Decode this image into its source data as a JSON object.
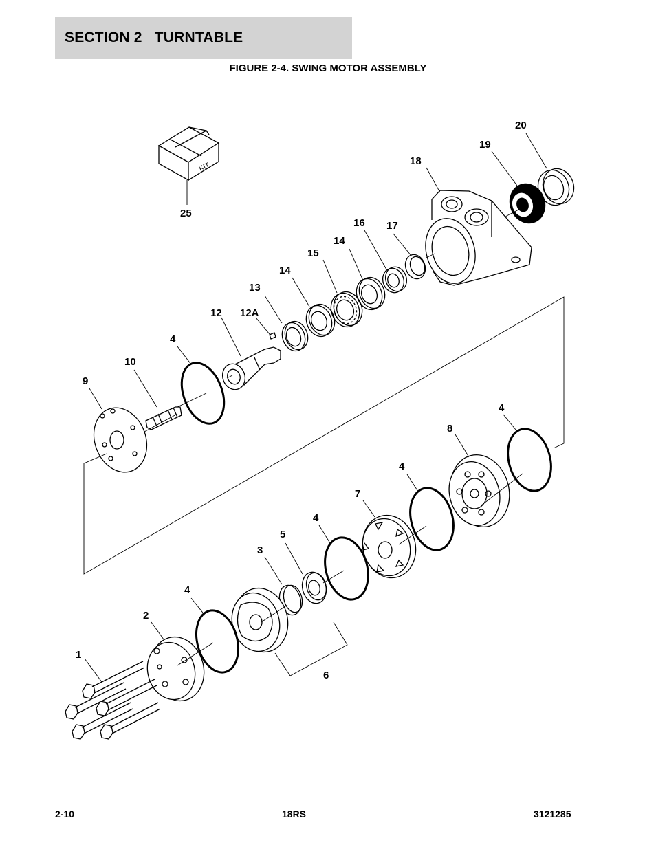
{
  "header": {
    "section": "SECTION 2   TURNTABLE"
  },
  "figure": {
    "title": "FIGURE 2-4. SWING MOTOR ASSEMBLY"
  },
  "kit_label": "KIT",
  "callouts": [
    "1",
    "2",
    "3",
    "4",
    "4",
    "4",
    "4",
    "4",
    "5",
    "6",
    "7",
    "8",
    "9",
    "10",
    "12",
    "12A",
    "13",
    "14",
    "14",
    "15",
    "16",
    "17",
    "18",
    "19",
    "20",
    "25"
  ],
  "footer": {
    "page": "2-10",
    "model": "18RS",
    "doc_number": "3121285"
  }
}
